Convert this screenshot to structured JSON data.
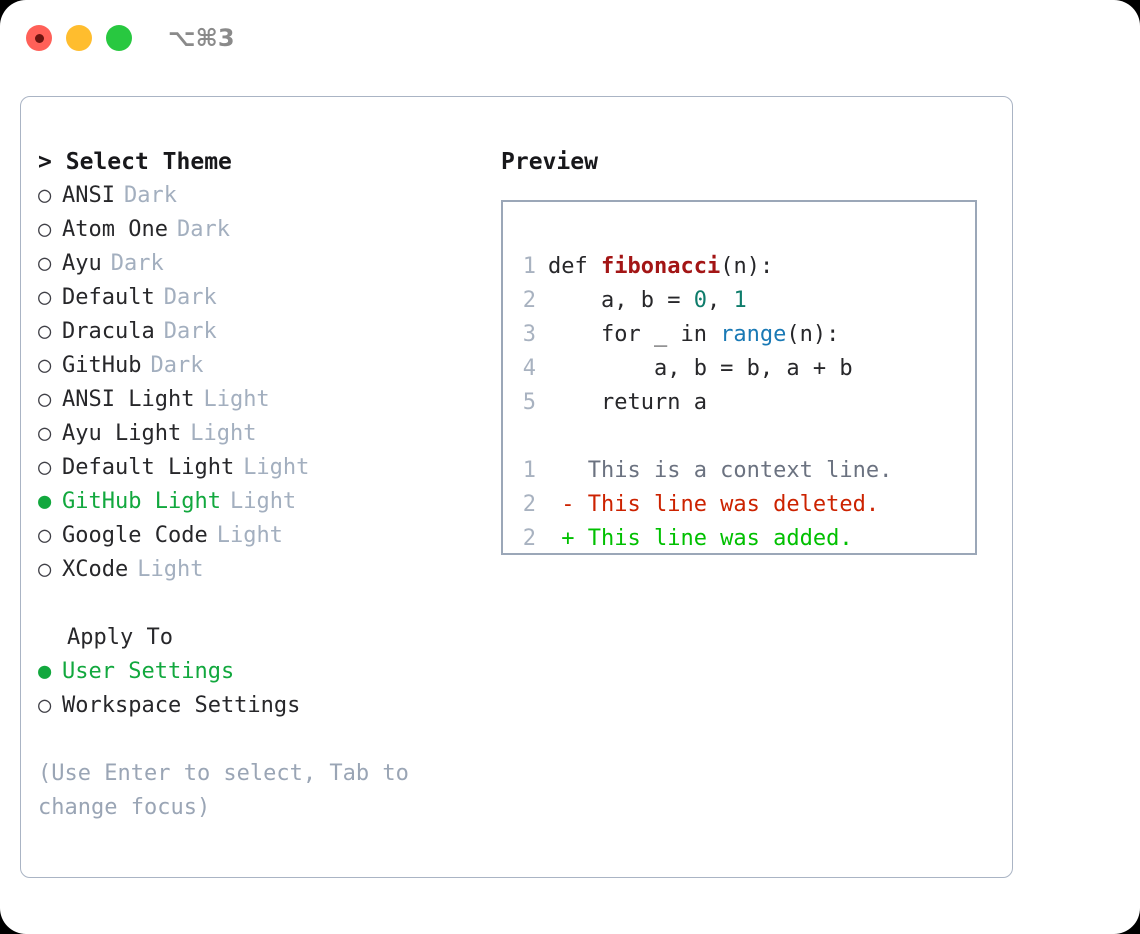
{
  "titlebar": {
    "shortcut": "⌥⌘3",
    "buttons": [
      {
        "name": "close",
        "color": "#FF6058"
      },
      {
        "name": "minimize",
        "color": "#FFBD2E"
      },
      {
        "name": "maximize",
        "color": "#28C840"
      }
    ]
  },
  "colors": {
    "accent_green": "#12A83E",
    "diff_added": "#00C000",
    "diff_deleted": "#CC2200",
    "muted": "#A3AFBF",
    "border": "#AAB4C4",
    "preview_border": "#9BA7B8"
  },
  "theme_picker": {
    "title": "Select Theme",
    "caret": ">",
    "marker_unselected": "○",
    "marker_selected": "●",
    "items": [
      {
        "label": "ANSI",
        "badge": "Dark",
        "selected": false
      },
      {
        "label": "Atom One",
        "badge": "Dark",
        "selected": false
      },
      {
        "label": "Ayu",
        "badge": "Dark",
        "selected": false
      },
      {
        "label": "Default",
        "badge": "Dark",
        "selected": false
      },
      {
        "label": "Dracula",
        "badge": "Dark",
        "selected": false
      },
      {
        "label": "GitHub",
        "badge": "Dark",
        "selected": false
      },
      {
        "label": "ANSI Light",
        "badge": "Light",
        "selected": false
      },
      {
        "label": "Ayu Light",
        "badge": "Light",
        "selected": false
      },
      {
        "label": "Default Light",
        "badge": "Light",
        "selected": false
      },
      {
        "label": "GitHub Light",
        "badge": "Light",
        "selected": true
      },
      {
        "label": "Google Code",
        "badge": "Light",
        "selected": false
      },
      {
        "label": "XCode",
        "badge": "Light",
        "selected": false
      }
    ]
  },
  "apply_to": {
    "title": "Apply To",
    "items": [
      {
        "label": "User Settings",
        "selected": true
      },
      {
        "label": "Workspace Settings",
        "selected": false
      }
    ]
  },
  "hint": "(Use Enter to select, Tab to change focus)",
  "preview": {
    "title": "Preview",
    "code_lines": [
      {
        "num": "1",
        "tokens": [
          {
            "t": "def ",
            "c": "plain"
          },
          {
            "t": "fibonacci",
            "c": "fn"
          },
          {
            "t": "(n):",
            "c": "plain"
          }
        ]
      },
      {
        "num": "2",
        "tokens": [
          {
            "t": "    a, b = ",
            "c": "plain"
          },
          {
            "t": "0",
            "c": "num"
          },
          {
            "t": ", ",
            "c": "plain"
          },
          {
            "t": "1",
            "c": "num"
          }
        ]
      },
      {
        "num": "3",
        "tokens": [
          {
            "t": "    for _ in ",
            "c": "plain"
          },
          {
            "t": "range",
            "c": "fn2"
          },
          {
            "t": "(n):",
            "c": "plain"
          }
        ]
      },
      {
        "num": "4",
        "tokens": [
          {
            "t": "        a, b = b, a + b",
            "c": "plain"
          }
        ]
      },
      {
        "num": "5",
        "tokens": [
          {
            "t": "    return a",
            "c": "plain"
          }
        ]
      }
    ],
    "diff_lines": [
      {
        "num": "1",
        "sign": "  ",
        "text": "This is a context line.",
        "kind": "ctx"
      },
      {
        "num": "2",
        "sign": "- ",
        "text": "This line was deleted.",
        "kind": "del"
      },
      {
        "num": "2",
        "sign": "+ ",
        "text": "This line was added.",
        "kind": "add"
      }
    ]
  }
}
